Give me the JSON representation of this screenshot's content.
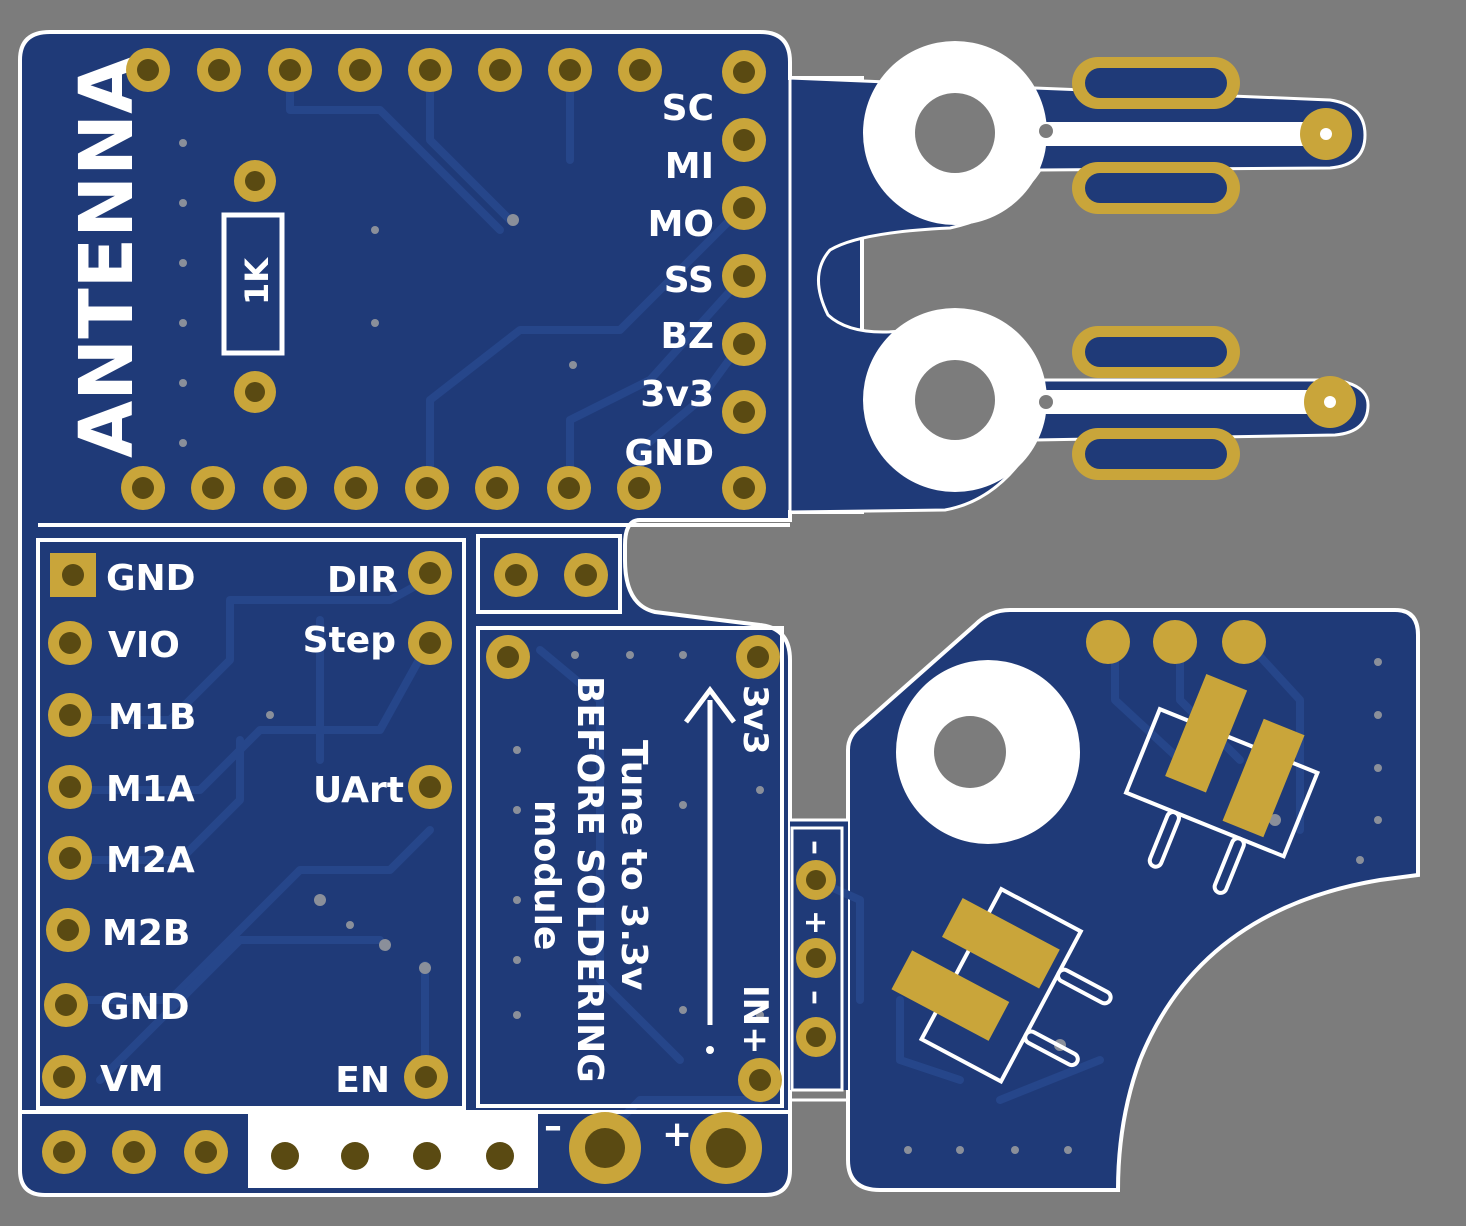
{
  "colors": {
    "background": "#7c7c7c",
    "soldermask": "#1f3a78",
    "soldermask_dark": "#17306a",
    "trace": "#26468a",
    "silkscreen": "#ffffff",
    "copper_pad": "#c9a53a",
    "copper_hole": "#5a4a12"
  },
  "top_module": {
    "antenna_label": "ANTENNA",
    "resistor_label": "1K",
    "pin_labels": [
      "SC",
      "MI",
      "MO",
      "SS",
      "BZ",
      "3v3",
      "GND"
    ]
  },
  "driver_module": {
    "left_pins": [
      "GND",
      "VIO",
      "M1B",
      "M1A",
      "M2A",
      "M2B",
      "GND",
      "VM"
    ],
    "right_pins": [
      "DIR",
      "Step",
      "UArt",
      "EN"
    ]
  },
  "regulator_module": {
    "output_label": "3v3",
    "input_label": "IN+",
    "note_lines": [
      "Tune to 3.3v",
      "BEFORE SOLDERING",
      "module"
    ]
  },
  "side_header": {
    "labels": [
      "–",
      "+",
      "–"
    ]
  },
  "power_connector": {
    "minus_label": "–",
    "plus_label": "+"
  },
  "icons": {
    "arrow": "arrow-up-icon"
  }
}
